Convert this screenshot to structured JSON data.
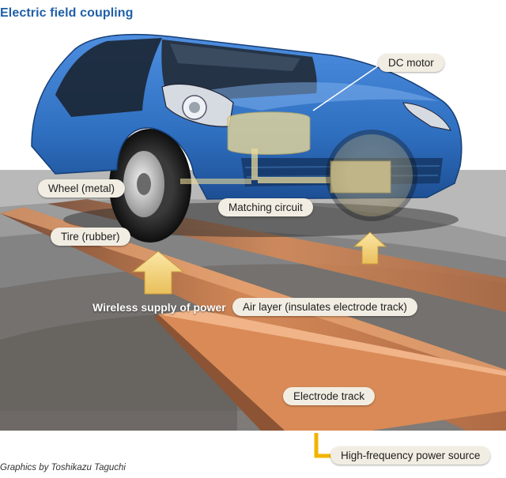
{
  "title": "Electric field coupling",
  "labels": {
    "dc_motor": "DC motor",
    "wheel": "Wheel (metal)",
    "matching_circuit": "Matching circuit",
    "tire": "Tire (rubber)",
    "wireless_supply": "Wireless supply of power",
    "air_layer": "Air layer (insulates electrode track)",
    "electrode_track": "Electrode track",
    "power_source": "High-frequency power source"
  },
  "credit": "Graphics by Toshikazu Taguchi",
  "colors": {
    "title": "#1f5fa8",
    "car_body": "#2f6fc0",
    "track": "#d98a56",
    "arrow": "#f2d27a",
    "source_line": "#f2b400"
  }
}
